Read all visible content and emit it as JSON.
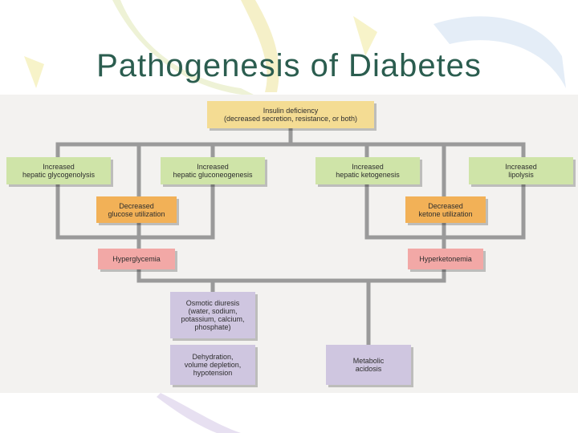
{
  "slide": {
    "title": "Pathogenesis of Diabetes"
  },
  "diagram": {
    "root": "Insulin deficiency\n(decreased secretion, resistance, or both)",
    "increased_hepatic_glycogenolysis": "Increased\nhepatic glycogenolysis",
    "increased_hepatic_gluconeogenesis": "Increased\nhepatic gluconeogenesis",
    "increased_hepatic_ketogenesis": "Increased\nhepatic ketogenesis",
    "increased_lipolysis": "Increased\nlipolysis",
    "decreased_glucose_utilization": "Decreased\nglucose utilization",
    "decreased_ketone_utilization": "Decreased\nketone utilization",
    "hyperglycemia": "Hyperglycemia",
    "hyperketonemia": "Hyperketonemia",
    "osmotic_diuresis": "Osmotic diuresis\n(water, sodium,\npotassium, calcium,\nphosphate)",
    "dehydration": "Dehydration,\nvolume depletion,\nhypotension",
    "metabolic_acidosis": "Metabolic\nacidosis"
  },
  "colors": {
    "title": "#2b5d4f",
    "root_box": "#f4dc93",
    "increase_box": "#cfe4a8",
    "decrease_box": "#f2b157",
    "state_box": "#f2a8a6",
    "outcome_box": "#cfc6e0",
    "connector": "#9a9a9a"
  }
}
